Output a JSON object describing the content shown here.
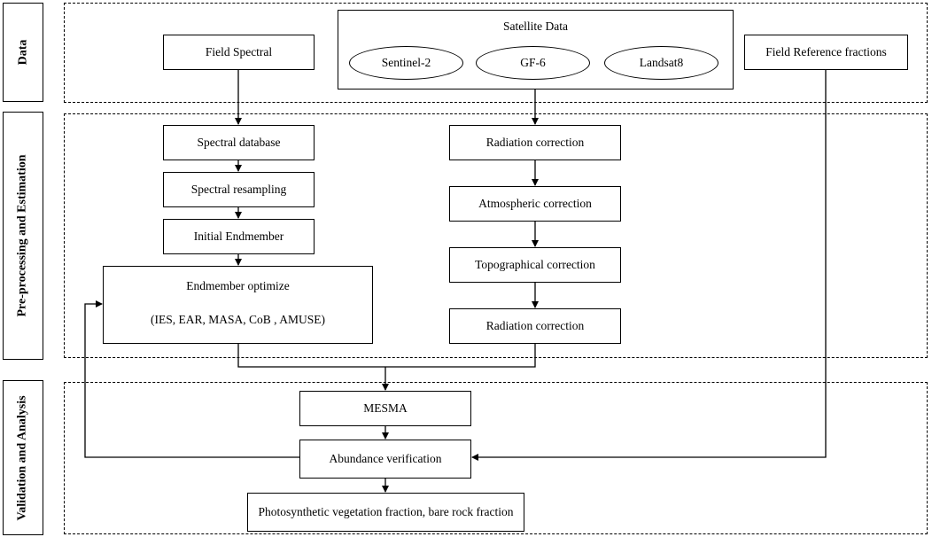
{
  "stages": {
    "data": "Data",
    "preprocessing": "Pre-processing and Estimation",
    "validation": "Validation and Analysis"
  },
  "data_row": {
    "field_spectral": "Field Spectral",
    "satellite": {
      "title": "Satellite Data",
      "sensors": [
        "Sentinel-2",
        "GF-6",
        "Landsat8"
      ]
    },
    "field_reference": "Field Reference fractions"
  },
  "left_chain": {
    "spectral_database": "Spectral database",
    "spectral_resampling": "Spectral resampling",
    "initial_endmember": "Initial Endmember",
    "endmember_optimize": "Endmember optimize",
    "endmember_methods": "(IES, EAR, MASA, CoB , AMUSE)"
  },
  "right_chain": {
    "radiation_correction_1": "Radiation correction",
    "atmospheric_correction": "Atmospheric correction",
    "topographical_correction": "Topographical correction",
    "radiation_correction_2": "Radiation correction"
  },
  "analysis": {
    "mesma": "MESMA",
    "abundance_verification": "Abundance verification",
    "output": "Photosynthetic vegetation fraction, bare rock fraction"
  }
}
